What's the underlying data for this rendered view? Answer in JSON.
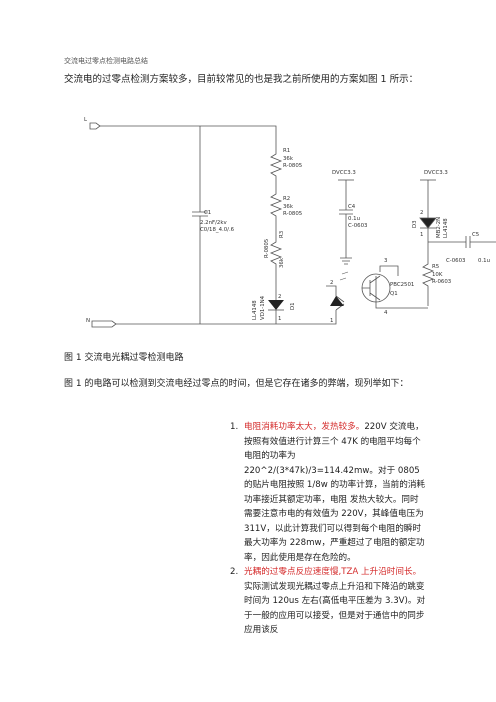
{
  "document": {
    "title": "交流电过零点检测电路总结",
    "intro": "交流电的过零点检测方案较多，目前较常见的也是我之前所使用的方案如图 1 所示：",
    "figure_caption": "图 1  交流电光耦过零检测电路",
    "paragraph": "图 1 的电路可以检测到交流电经过零点的时间，但是它存在诸多的弊端，现列举如下：",
    "list": [
      {
        "number": "1.",
        "highlight": "电阻消耗功率太大，发热较多。",
        "body": "220V 交流电，按照有效值进行计算三个 47K 的电阻平均每个电阻的功率为 220^2/(3*47k)/3=114.42mw。对于 0805 的贴片电阻按照 1/8w 的功率计算，当前的消耗功率接近其额定功率，电阻 发热大较大。同时需要注意市电的有效值为 220V，其峰值电压为 311V，以此计算我们可以得到每个电阻的瞬时最大功率为 228mw，严重超过了电阻的额定功率，因此使用是存在危险的。"
      },
      {
        "number": "2.",
        "highlight": "光耦的过零点反应速度慢,TZA 上升沿时间长。",
        "body": "实际测试发现光耦过零点上升沿和下降沿的跳变时间为 120us 左右(高低电平压差为 3.3V)。对于一般的应用可以接受，但是对于通信中的同步应用该反"
      }
    ]
  },
  "schematic": {
    "net_l": "L",
    "net_n": "N",
    "c1": [
      "C1",
      "2.2nF/2kv",
      "C0/18_4.0/.6"
    ],
    "r1": [
      "R1",
      "36k",
      "R-0805"
    ],
    "r2": [
      "R2",
      "36k",
      "R-0805"
    ],
    "r3": [
      "R-0805",
      "R3",
      "36k"
    ],
    "d1": [
      "LL4148",
      "VD1-1N4",
      "D1"
    ],
    "dvcc_left": "DVCC3.3",
    "dvcc_right": "DVCC3.3",
    "c4": [
      "C4",
      "0.1u",
      "C-0603"
    ],
    "q1": [
      "PBC2501",
      "Q1"
    ],
    "d3": [
      "D3",
      "MB2-2N",
      "LL4148"
    ],
    "r5": [
      "R5",
      "10K",
      "R-0603"
    ],
    "c5": [
      "C5",
      "C-0603",
      "0.1u"
    ],
    "pins": [
      "1",
      "2",
      "3",
      "4",
      "1",
      "2",
      "1",
      "2"
    ]
  },
  "colors": {
    "highlight": "#d42a2a",
    "wire": "#555555"
  }
}
